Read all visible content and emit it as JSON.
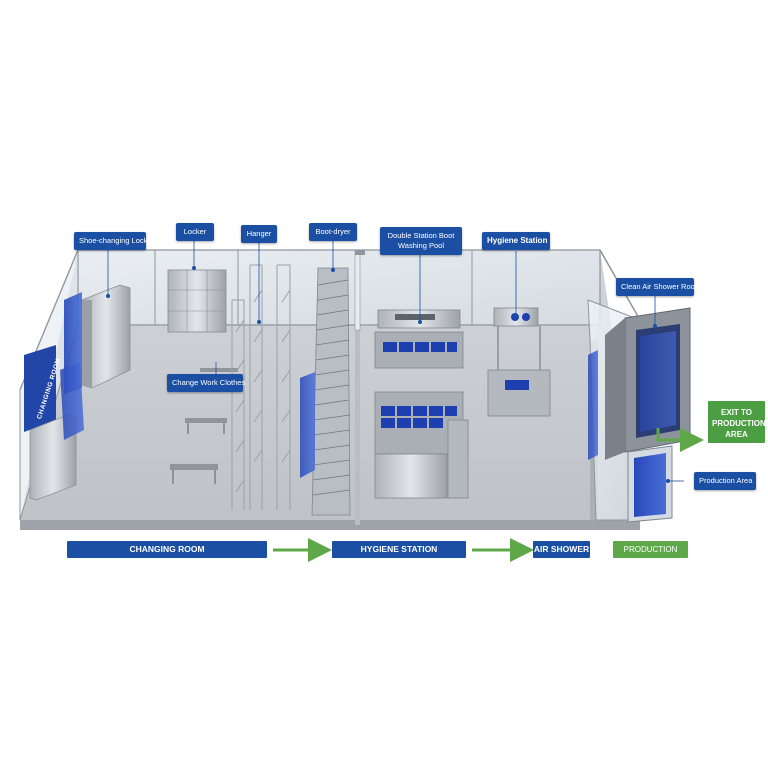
{
  "labels": {
    "shoe_locker": "Shoe-changing Locker",
    "locker": "Locker",
    "hanger": "Hanger",
    "boot_dryer": "Boot-dryer",
    "boot_washing_pool": "Double Station Boot Washing Pool",
    "hygiene_station": "Hygiene Station",
    "change_work_clothes": "Change Work Clothes",
    "clean_air_shower_room": "Clean Air Shower Room",
    "production_area_door": "Production Area",
    "room_sign": "CHANGING ROOM"
  },
  "flow": {
    "step1": "CHANGING ROOM",
    "step2": "HYGIENE STATION",
    "step3": "AIR SHOWER",
    "step4": "PRODUCTION AREA"
  },
  "exit": {
    "text": "EXIT TO PRODUCTION AREA"
  },
  "colors": {
    "label_blue": "#1a4fa3",
    "exit_green": "#4b9e42",
    "arrow_green": "#5fa84a",
    "floor": "#c9ccd0",
    "wall_glass": "#e6ecf2",
    "bin_blue": "#1e3fb0"
  }
}
